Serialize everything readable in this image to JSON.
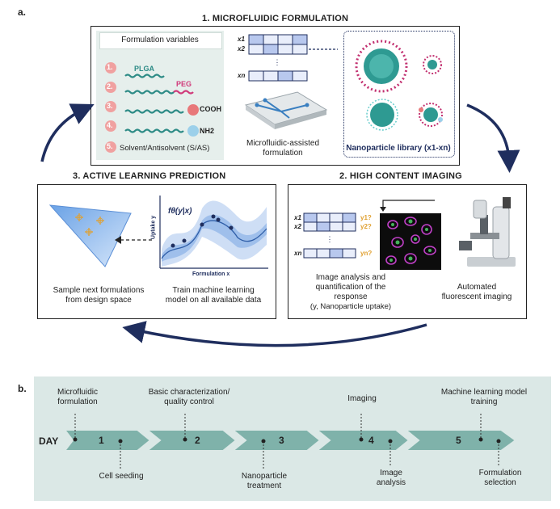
{
  "panel_a": {
    "label": "a.",
    "microfluidic": {
      "title": "1. MICROFLUIDIC FORMULATION",
      "variables_header": "Formulation variables",
      "variables": [
        {
          "num": "1.",
          "label": "PLGA"
        },
        {
          "num": "2.",
          "label": "PEG"
        },
        {
          "num": "3.",
          "label": "COOH"
        },
        {
          "num": "4.",
          "label": "NH2"
        },
        {
          "num": "5.",
          "label": "Solvent/Antisolvent (S/AS)"
        }
      ],
      "vector_labels": [
        "x1",
        "x2",
        "xn"
      ],
      "chip_caption": "Microfluidic-assisted formulation",
      "library_label": "Nanoparticle library (x1-xn)"
    },
    "imaging": {
      "title": "2. HIGH CONTENT IMAGING",
      "vector_labels": [
        "x1",
        "x2",
        "xn"
      ],
      "y_labels": [
        "y1?",
        "y2?",
        "yn?"
      ],
      "analysis_caption_line1": "Image analysis and",
      "analysis_caption_line2": "quantification of the",
      "analysis_caption_line3": "response",
      "analysis_caption_line4": "(y, Nanoparticle uptake)",
      "microscope_caption_line1": "Automated",
      "microscope_caption_line2": "fluorescent imaging"
    },
    "active_learning": {
      "title": "3. ACTIVE LEARNING PREDICTION",
      "sample_caption_line1": "Sample next formulations",
      "sample_caption_line2": "from design space",
      "train_caption_line1": "Train machine learning",
      "train_caption_line2": "model on all available data",
      "plot_formula": "fθ(y|x)",
      "plot_ylabel": "Uptake y",
      "plot_xlabel": "Formulation x"
    }
  },
  "panel_b": {
    "label": "b.",
    "day_label": "DAY",
    "days": [
      "1",
      "2",
      "3",
      "4",
      "5"
    ],
    "top_events": [
      "Microfluidic formulation",
      "Basic characterization/ quality control",
      "Imaging",
      "Machine learning model training"
    ],
    "bottom_events": [
      "Cell seeding",
      "Nanoparticle treatment",
      "Image analysis",
      "Formulation selection"
    ]
  },
  "colors": {
    "navy": "#1f2e5e",
    "teal": "#2d8b86",
    "pink": "#d03a7a",
    "panel_teal_bg": "#e6efec",
    "timeline_bg": "#dbe8e6",
    "arrow_teal": "#7fb2aa",
    "orange": "#e0a030"
  }
}
